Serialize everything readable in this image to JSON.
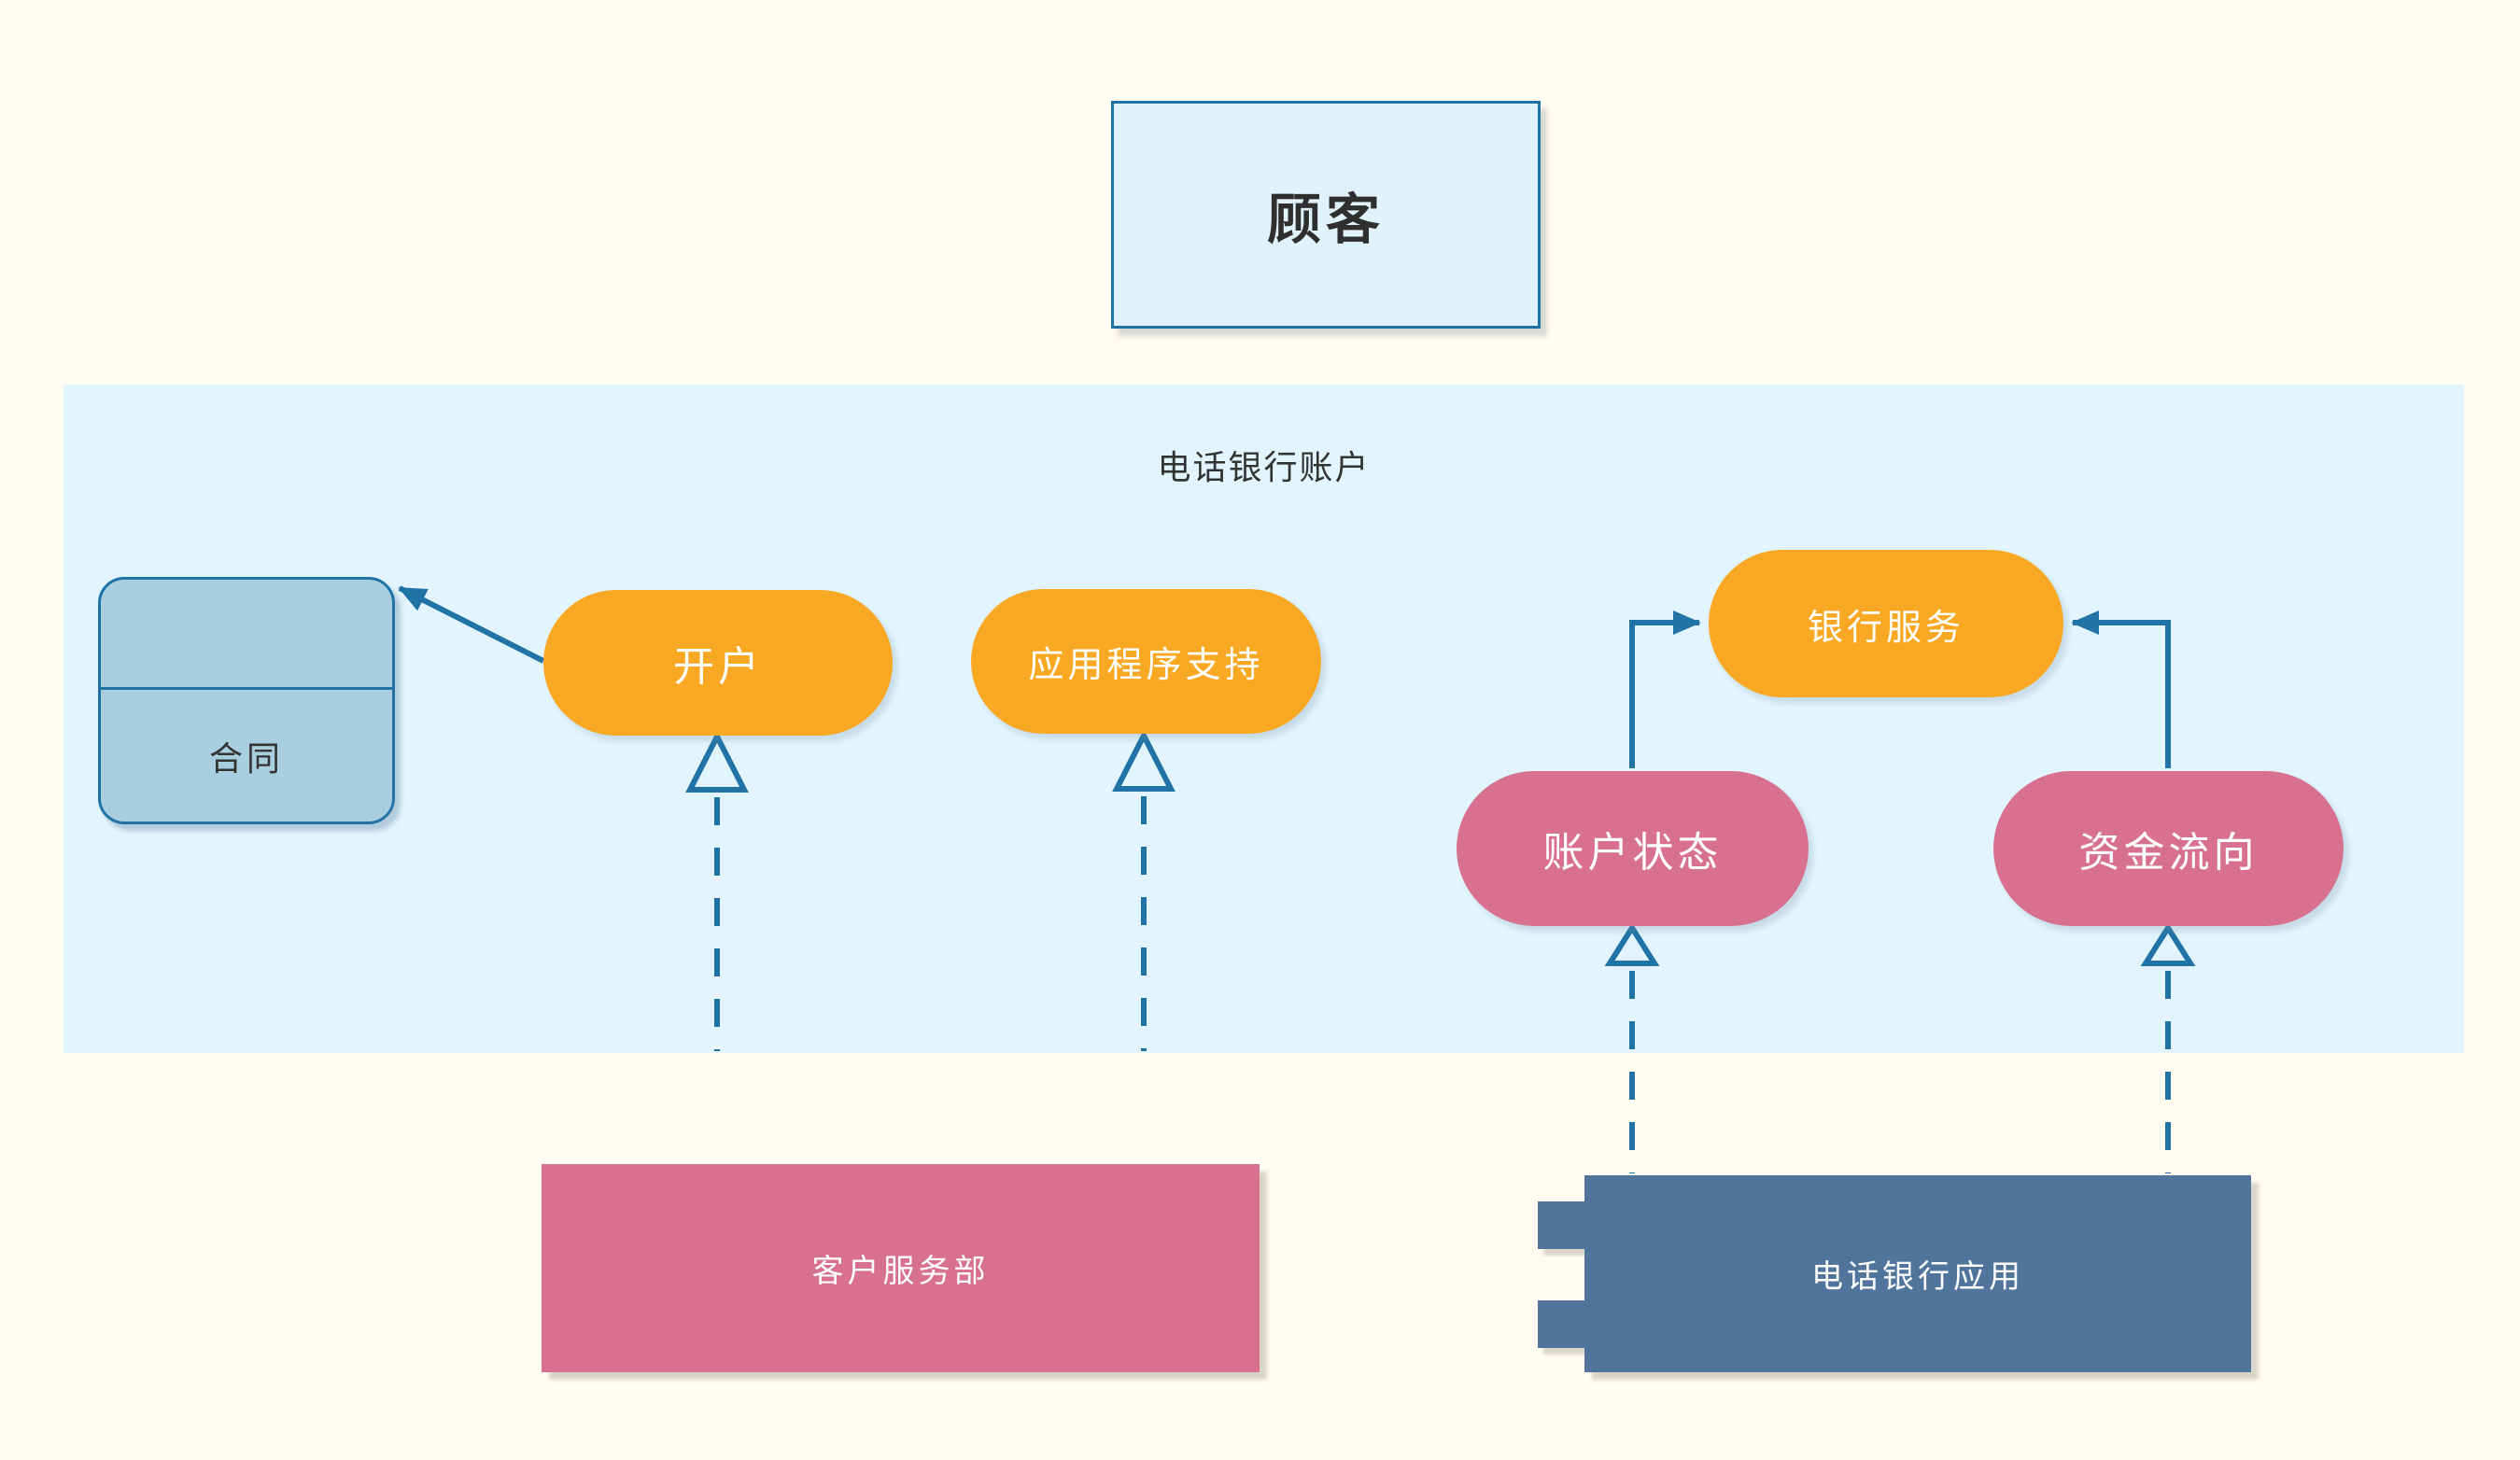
{
  "colors": {
    "background": "#FFFDF2",
    "boundary-fill": "#E2F4FD",
    "customer-fill": "#E0F2FB",
    "contract-fill": "#A9CEE0",
    "orange": "#F8A823",
    "pink": "#D8718F",
    "steel-blue": "#51749D",
    "line-blue": "#2173A6",
    "text-dark": "#333333",
    "text-light": "#FFFFFF"
  },
  "customer_box": {
    "label": "顾客"
  },
  "system_boundary": {
    "label": "电话银行账户"
  },
  "contract_box": {
    "label": "合同"
  },
  "use_cases": {
    "open_account": {
      "label": "开户"
    },
    "app_support": {
      "label": "应用程序支持"
    },
    "bank_service": {
      "label": "银行服务"
    },
    "account_status": {
      "label": "账户状态"
    },
    "fund_flow": {
      "label": "资金流向"
    }
  },
  "components": {
    "customer_service_dept": {
      "label": "客户服务部"
    },
    "phone_banking_app": {
      "label": "电话银行应用"
    }
  }
}
